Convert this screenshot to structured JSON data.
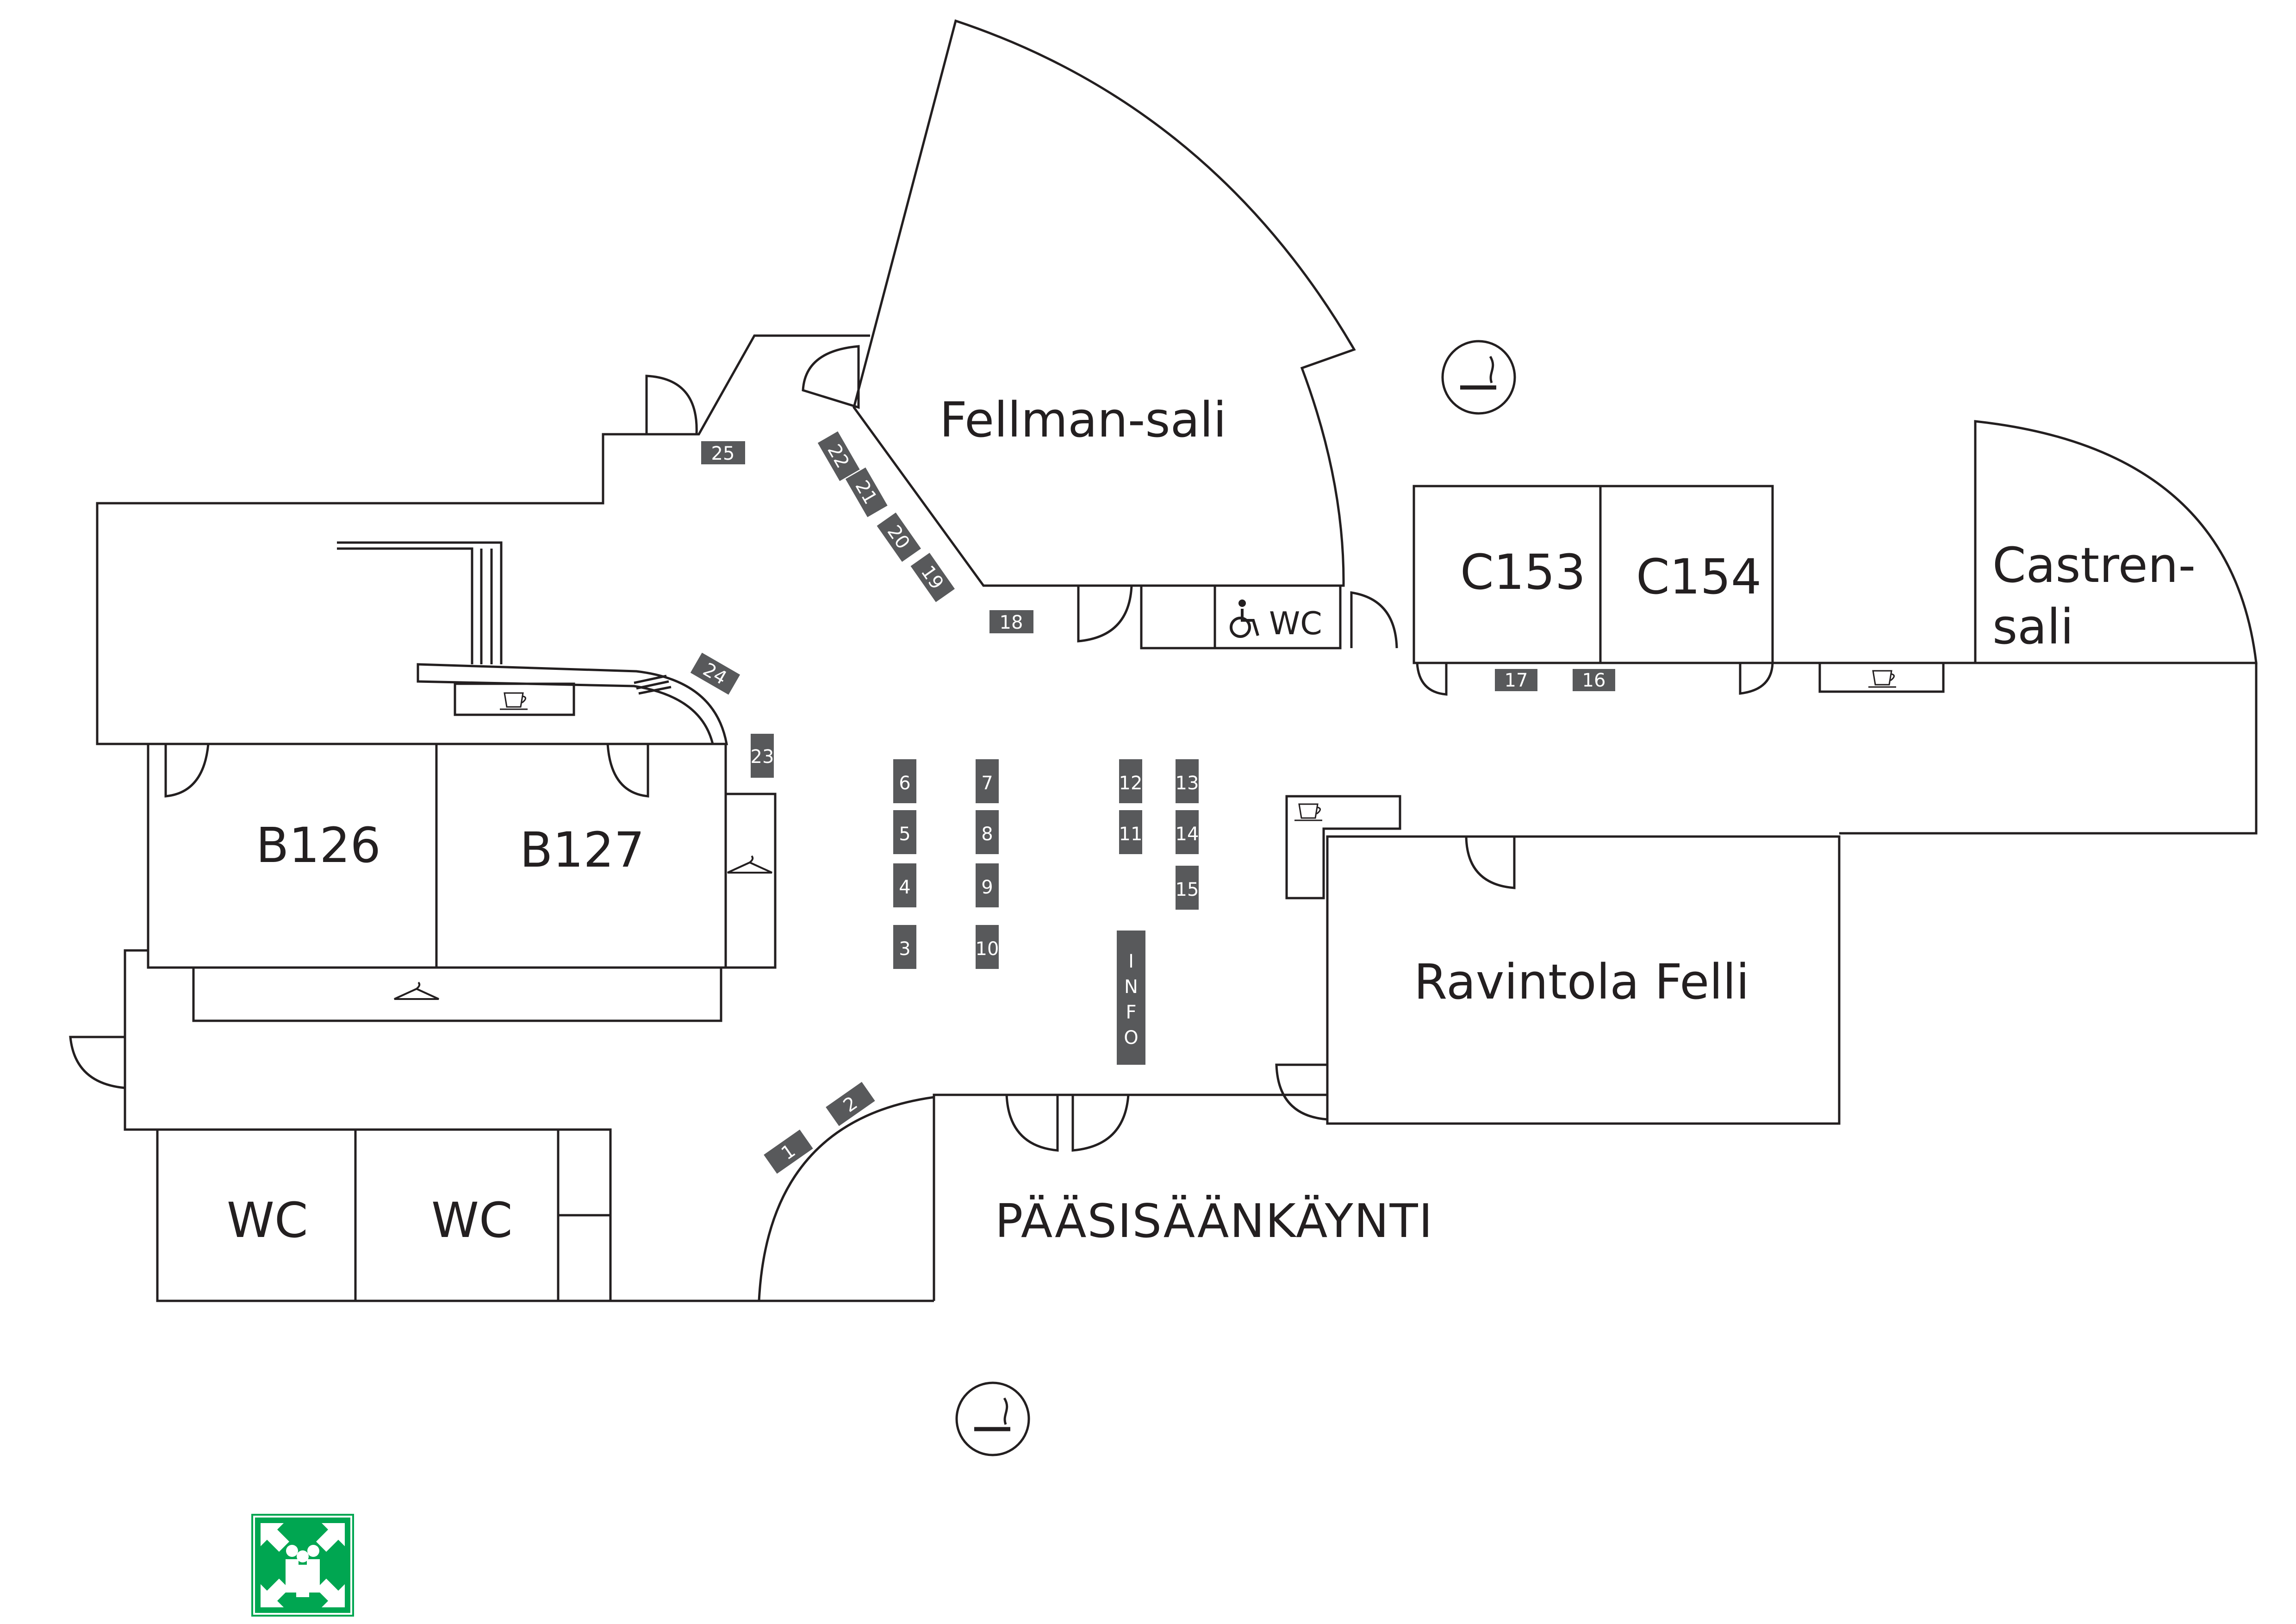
{
  "rooms": {
    "fellman": "Fellman-sali",
    "castren_1": "Castren-",
    "castren_2": "sali",
    "c153": "C153",
    "c154": "C154",
    "b126": "B126",
    "b127": "B127",
    "ravintola": "Ravintola Felli",
    "wc_left": "WC",
    "wc_right": "WC",
    "wc_accessible": "WC"
  },
  "entrance": "PÄÄSISÄÄNKÄYNTI",
  "info_letters": [
    "I",
    "N",
    "F",
    "O"
  ],
  "booths": {
    "b1": "1",
    "b2": "2",
    "b3": "3",
    "b4": "4",
    "b5": "5",
    "b6": "6",
    "b7": "7",
    "b8": "8",
    "b9": "9",
    "b10": "10",
    "b11": "11",
    "b12": "12",
    "b13": "13",
    "b14": "14",
    "b15": "15",
    "b16": "16",
    "b17": "17",
    "b18": "18",
    "b19": "19",
    "b20": "20",
    "b21": "21",
    "b22": "22",
    "b23": "23",
    "b24": "24",
    "b25": "25"
  },
  "icons": [
    "smoking-area-icon",
    "wheelchair-icon",
    "coffee-cup-icon",
    "coat-hanger-icon",
    "assembly-point-icon"
  ],
  "colors": {
    "booth": "#58595b",
    "wall": "#231f20",
    "assembly_green": "#00a651"
  }
}
